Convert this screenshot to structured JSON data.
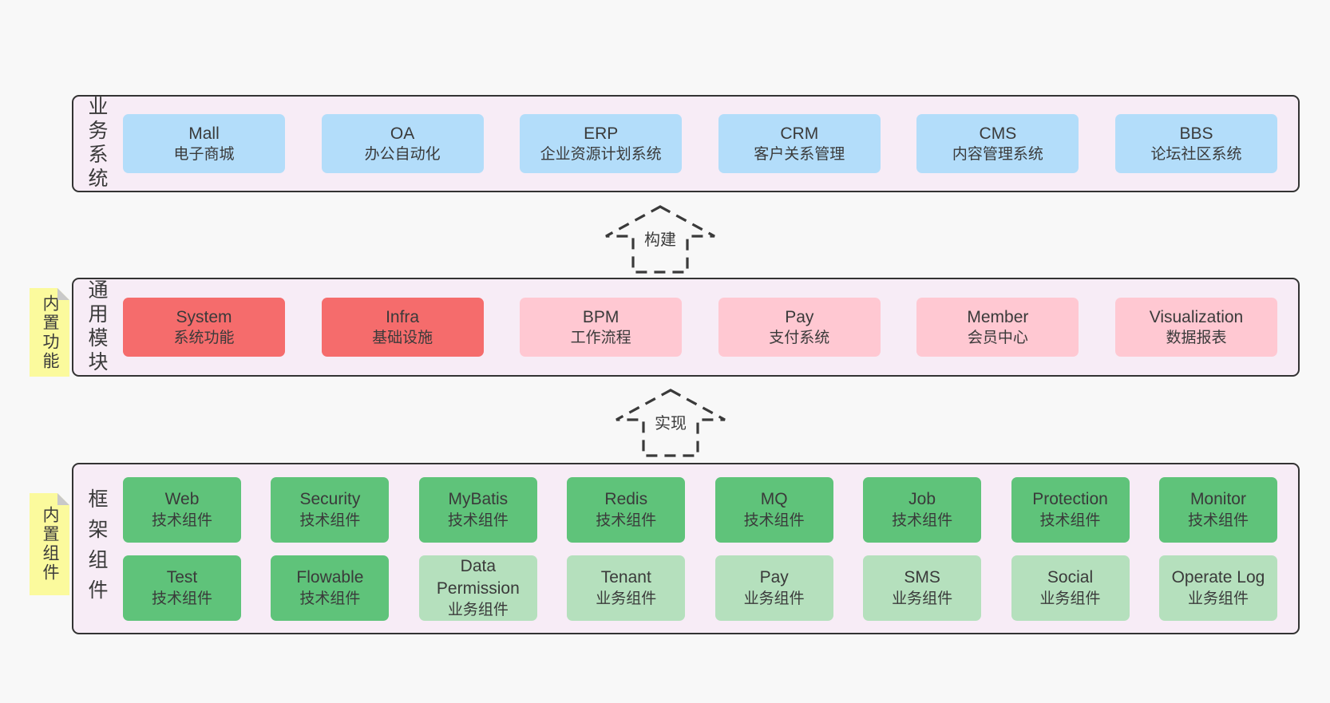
{
  "colors": {
    "page_bg": "#f8f8f8",
    "panel_bg": "#f7ecf6",
    "panel_border": "#333333",
    "box_blue": "#b3ddfa",
    "box_red": "#f56c6c",
    "box_pink": "#ffc8d2",
    "box_green": "#5fc37a",
    "box_light_green": "#b5e0bd",
    "sticky_yellow": "#fbfa9d",
    "fold_gray": "#c9c9c9",
    "text": "#3a3a3a"
  },
  "business": {
    "label": "业务系统",
    "items": [
      {
        "name": "box-mall",
        "title": "Mall",
        "subtitle": "电子商城",
        "variant": "blue"
      },
      {
        "name": "box-oa",
        "title": "OA",
        "subtitle": "办公自动化",
        "variant": "blue"
      },
      {
        "name": "box-erp",
        "title": "ERP",
        "subtitle": "企业资源计划系统",
        "variant": "blue"
      },
      {
        "name": "box-crm",
        "title": "CRM",
        "subtitle": "客户关系管理",
        "variant": "blue"
      },
      {
        "name": "box-cms",
        "title": "CMS",
        "subtitle": "内容管理系统",
        "variant": "blue"
      },
      {
        "name": "box-bbs",
        "title": "BBS",
        "subtitle": "论坛社区系统",
        "variant": "blue"
      }
    ]
  },
  "arrow_build": {
    "label": "构建"
  },
  "modules": {
    "label": "通用模块",
    "sticky": "内置功能",
    "items": [
      {
        "name": "box-system",
        "title": "System",
        "subtitle": "系统功能",
        "variant": "red"
      },
      {
        "name": "box-infra",
        "title": "Infra",
        "subtitle": "基础设施",
        "variant": "red"
      },
      {
        "name": "box-bpm",
        "title": "BPM",
        "subtitle": "工作流程",
        "variant": "pink"
      },
      {
        "name": "box-pay",
        "title": "Pay",
        "subtitle": "支付系统",
        "variant": "pink"
      },
      {
        "name": "box-member",
        "title": "Member",
        "subtitle": "会员中心",
        "variant": "pink"
      },
      {
        "name": "box-visualization",
        "title": "Visualization",
        "subtitle": "数据报表",
        "variant": "pink"
      }
    ]
  },
  "arrow_implement": {
    "label": "实现"
  },
  "framework": {
    "label": "框架组件",
    "sticky": "内置组件",
    "row1": [
      {
        "name": "box-web",
        "title": "Web",
        "subtitle": "技术组件",
        "variant": "green"
      },
      {
        "name": "box-security",
        "title": "Security",
        "subtitle": "技术组件",
        "variant": "green"
      },
      {
        "name": "box-mybatis",
        "title": "MyBatis",
        "subtitle": "技术组件",
        "variant": "green"
      },
      {
        "name": "box-redis",
        "title": "Redis",
        "subtitle": "技术组件",
        "variant": "green"
      },
      {
        "name": "box-mq",
        "title": "MQ",
        "subtitle": "技术组件",
        "variant": "green"
      },
      {
        "name": "box-job",
        "title": "Job",
        "subtitle": "技术组件",
        "variant": "green"
      },
      {
        "name": "box-protection",
        "title": "Protection",
        "subtitle": "技术组件",
        "variant": "green"
      },
      {
        "name": "box-monitor",
        "title": "Monitor",
        "subtitle": "技术组件",
        "variant": "green"
      }
    ],
    "row2": [
      {
        "name": "box-test",
        "title": "Test",
        "subtitle": "技术组件",
        "variant": "green"
      },
      {
        "name": "box-flowable",
        "title": "Flowable",
        "subtitle": "技术组件",
        "variant": "green"
      },
      {
        "name": "box-data-permission",
        "title": "Data Permission",
        "subtitle": "业务组件",
        "variant": "lightgreen"
      },
      {
        "name": "box-tenant",
        "title": "Tenant",
        "subtitle": "业务组件",
        "variant": "lightgreen"
      },
      {
        "name": "box-pay-component",
        "title": "Pay",
        "subtitle": "业务组件",
        "variant": "lightgreen"
      },
      {
        "name": "box-sms",
        "title": "SMS",
        "subtitle": "业务组件",
        "variant": "lightgreen"
      },
      {
        "name": "box-social",
        "title": "Social",
        "subtitle": "业务组件",
        "variant": "lightgreen"
      },
      {
        "name": "box-operate-log",
        "title": "Operate Log",
        "subtitle": "业务组件",
        "variant": "lightgreen"
      }
    ]
  }
}
